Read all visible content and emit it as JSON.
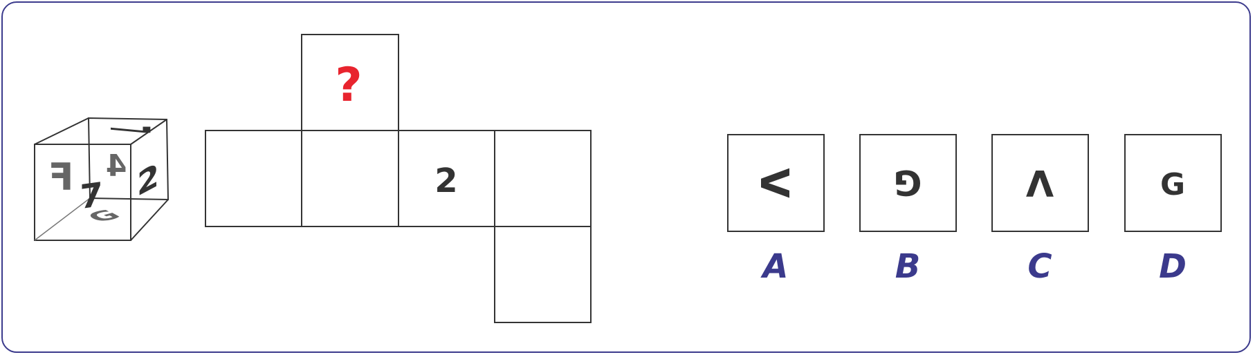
{
  "cube": {
    "faces": {
      "front": "F",
      "right": "2",
      "top": "7",
      "bottom": "G",
      "back": "4",
      "left": "7"
    }
  },
  "net": {
    "question_mark": "?",
    "known_face": "2"
  },
  "options": [
    {
      "letter": "A",
      "glyph": "V"
    },
    {
      "letter": "B",
      "glyph": "G"
    },
    {
      "letter": "C",
      "glyph": "V"
    },
    {
      "letter": "D",
      "glyph": "G"
    }
  ],
  "colors": {
    "frame": "#3b3a8c",
    "question": "#e8242e",
    "option_letter": "#3b3a8c",
    "glyph_dark": "#333333",
    "glyph_gray": "#666666"
  }
}
